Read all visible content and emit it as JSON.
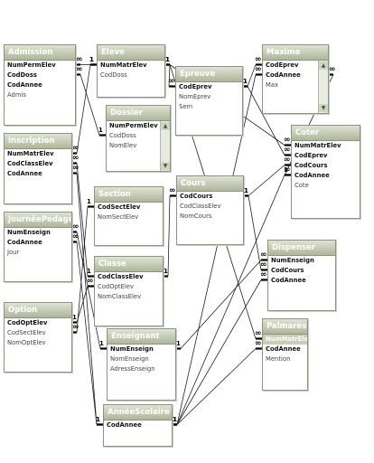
{
  "tables": [
    {
      "id": "admission",
      "name": "Admission",
      "fields": [
        {
          "text": "NumPermElev",
          "key": true
        },
        {
          "text": "CodDoss",
          "key": true
        },
        {
          "text": "CodAnnee",
          "key": true
        },
        {
          "text": "Admis",
          "key": false
        }
      ]
    },
    {
      "id": "eleve",
      "name": "Eleve",
      "fields": [
        {
          "text": "NumMatrElev",
          "key": true
        },
        {
          "text": "CodDoss",
          "key": false
        }
      ]
    },
    {
      "id": "epreuve",
      "name": "Epreuve",
      "fields": [
        {
          "text": "CodEprev",
          "key": true
        },
        {
          "text": "NomEprev",
          "key": false
        },
        {
          "text": "Sem",
          "key": false
        }
      ]
    },
    {
      "id": "maxima",
      "name": "Maxima",
      "fields": [
        {
          "text": "CodEprev",
          "key": true
        },
        {
          "text": "CodAnnee",
          "key": true
        },
        {
          "text": "Max",
          "key": false
        }
      ]
    },
    {
      "id": "dossier",
      "name": "Dossier",
      "fields": [
        {
          "text": "NumPermElev",
          "key": true
        },
        {
          "text": "CodDoss",
          "key": false
        },
        {
          "text": "NomElev",
          "key": false
        }
      ]
    },
    {
      "id": "inscription",
      "name": "Inscription",
      "fields": [
        {
          "text": "NumMatrElev",
          "key": true
        },
        {
          "text": "CodClassElev",
          "key": true
        },
        {
          "text": "CodAnnee",
          "key": true
        }
      ]
    },
    {
      "id": "coter",
      "name": "Coter",
      "fields": [
        {
          "text": "NumMatrElev",
          "key": true
        },
        {
          "text": "CodEprev",
          "key": true
        },
        {
          "text": "CodCours",
          "key": true
        },
        {
          "text": "CodAnnee",
          "key": true
        },
        {
          "text": "Cote",
          "key": false
        }
      ]
    },
    {
      "id": "section",
      "name": "Section",
      "fields": [
        {
          "text": "CodSectElev",
          "key": true
        },
        {
          "text": "NomSectElev",
          "key": false
        }
      ]
    },
    {
      "id": "cours",
      "name": "Cours",
      "fields": [
        {
          "text": "CodCours",
          "key": true
        },
        {
          "text": "CodClassElev",
          "key": false
        },
        {
          "text": "NomCours",
          "key": false
        }
      ]
    },
    {
      "id": "journee",
      "name": "JourněePedagogique",
      "fields": [
        {
          "text": "NumEnseign",
          "key": true
        },
        {
          "text": "CodAnnee",
          "key": true
        },
        {
          "text": "Jour",
          "key": false
        }
      ]
    },
    {
      "id": "classe",
      "name": "Classe",
      "fields": [
        {
          "text": "CodClassElev",
          "key": true
        },
        {
          "text": "CodOptElev",
          "key": false
        },
        {
          "text": "NomClassElev",
          "key": false
        }
      ]
    },
    {
      "id": "dispenser",
      "name": "Dispenser",
      "fields": [
        {
          "text": "NumEnseign",
          "key": true
        },
        {
          "text": "CodCours",
          "key": true
        },
        {
          "text": "CodAnnee",
          "key": true
        }
      ]
    },
    {
      "id": "option",
      "name": "Option",
      "fields": [
        {
          "text": "CodOptElev",
          "key": true
        },
        {
          "text": "CodSectElev",
          "key": false
        },
        {
          "text": "NomOptElev",
          "key": false
        }
      ]
    },
    {
      "id": "palmares",
      "name": "Palmarès",
      "fields": [
        {
          "text": "NumMatrElev",
          "key": true,
          "selected": true
        },
        {
          "text": "CodAnnee",
          "key": true
        },
        {
          "text": "Mention",
          "key": false
        }
      ]
    },
    {
      "id": "enseignant",
      "name": "Enseignant",
      "fields": [
        {
          "text": "NumEnseign",
          "key": true
        },
        {
          "text": "NomEnseign",
          "key": false
        },
        {
          "text": "AdressEnseign",
          "key": false
        }
      ]
    },
    {
      "id": "annee",
      "name": "AnnéeScolaire",
      "fields": [
        {
          "text": "CodAnnee",
          "key": true
        }
      ]
    }
  ],
  "scroll_icons": [
    "scroll-up-arrow-icon",
    "scroll-down-arrow-icon"
  ],
  "cardinality": {
    "one": "1",
    "many": "∞"
  },
  "colors": {
    "title_bar": "#aeb69b",
    "border": "#8a9580",
    "selected_field": "#c7ceb9"
  }
}
